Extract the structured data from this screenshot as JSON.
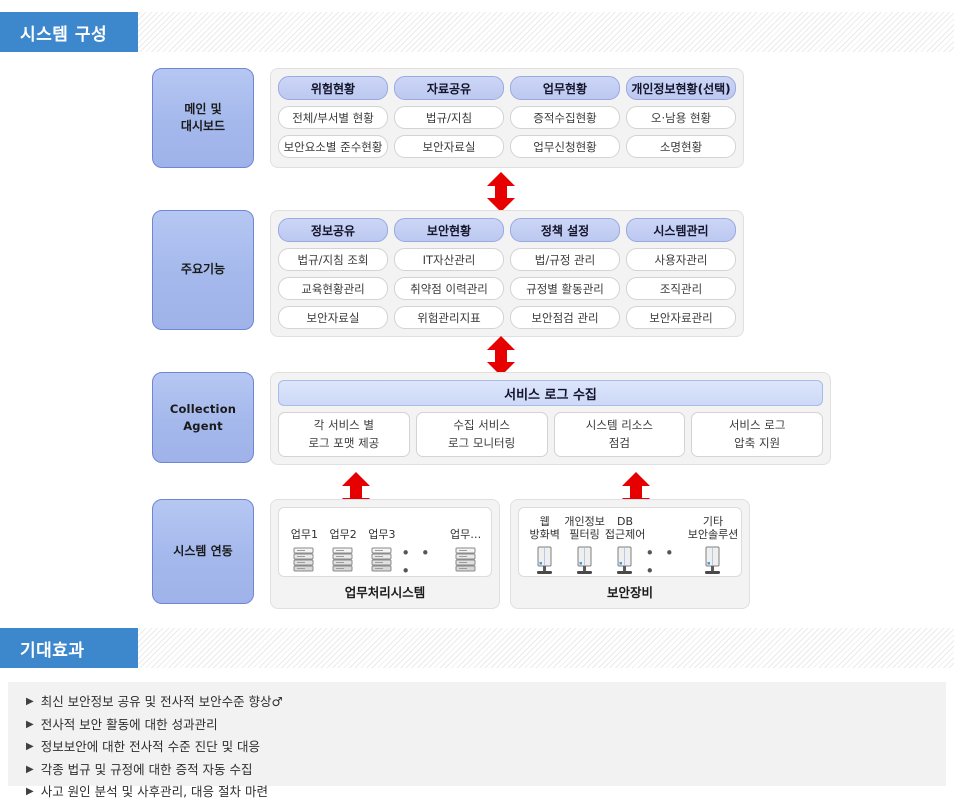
{
  "sections": {
    "system": {
      "title": "시스템 구성"
    },
    "effect": {
      "title": "기대효과"
    }
  },
  "accent_color": "#3d87cd",
  "arrow_color": "#e60000",
  "rows": {
    "dashboard": {
      "side_label": "메인 및\n대시보드",
      "columns": [
        {
          "header": "위험현황",
          "items": [
            "전체/부서별 현황",
            "보안요소별 준수현황"
          ]
        },
        {
          "header": "자료공유",
          "items": [
            "법규/지침",
            "보안자료실"
          ]
        },
        {
          "header": "업무현황",
          "items": [
            "증적수집현황",
            "업무신청현황"
          ]
        },
        {
          "header": "개인정보현황(선택)",
          "items": [
            "오·남용 현황",
            "소명현황"
          ]
        }
      ]
    },
    "features": {
      "side_label": "주요기능",
      "columns": [
        {
          "header": "정보공유",
          "items": [
            "법규/지침 조회",
            "교육현황관리",
            "보안자료실"
          ]
        },
        {
          "header": "보안현황",
          "items": [
            "IT자산관리",
            "취약점 이력관리",
            "위험관리지표"
          ]
        },
        {
          "header": "정책 설정",
          "items": [
            "법/규정 관리",
            "규정별 활동관리",
            "보안점검 관리"
          ]
        },
        {
          "header": "시스템관리",
          "items": [
            "사용자관리",
            "조직관리",
            "보안자료관리"
          ]
        }
      ]
    },
    "agent": {
      "side_label": "Collection\nAgent",
      "header": "서비스 로그 수집",
      "items": [
        {
          "line1": "각 서비스 별",
          "line2": "로그 포맷 제공"
        },
        {
          "line1": "수집 서비스",
          "line2": "로그 모니터링"
        },
        {
          "line1": "시스템 리소스",
          "line2": "점검"
        },
        {
          "line1": "서비스 로그",
          "line2": "압축 지원"
        }
      ]
    },
    "link": {
      "side_label": "시스템 연동",
      "groups": [
        {
          "title": "업무처리시스템",
          "icon": "server-rack-icon",
          "nodes": [
            {
              "line1": "",
              "line2": "업무1"
            },
            {
              "line1": "",
              "line2": "업무2"
            },
            {
              "line1": "",
              "line2": "업무3"
            },
            {
              "line1": "",
              "line2": "업무…"
            }
          ],
          "ellipsis": "• • •",
          "ellipsis_after": 3
        },
        {
          "title": "보안장비",
          "icon": "security-appliance-icon",
          "nodes": [
            {
              "line1": "웹",
              "line2": "방화벽"
            },
            {
              "line1": "개인정보",
              "line2": "필터링"
            },
            {
              "line1": "DB",
              "line2": "접근제어"
            },
            {
              "line1": "기타",
              "line2": "보안솔루션"
            }
          ],
          "ellipsis": "• • •",
          "ellipsis_after": 3
        }
      ]
    }
  },
  "effects": {
    "bullet_glyph": "▶",
    "items": [
      "최신 보안정보 공유 및 전사적 보안수준 향상♂",
      "전사적 보안 활동에 대한 성과관리",
      "정보보안에 대한 전사적 수준 진단 및 대응",
      "각종 법규 및 규정에 대한 증적 자동 수집",
      "사고 원인 분석 및 사후관리, 대응 절차 마련"
    ]
  }
}
